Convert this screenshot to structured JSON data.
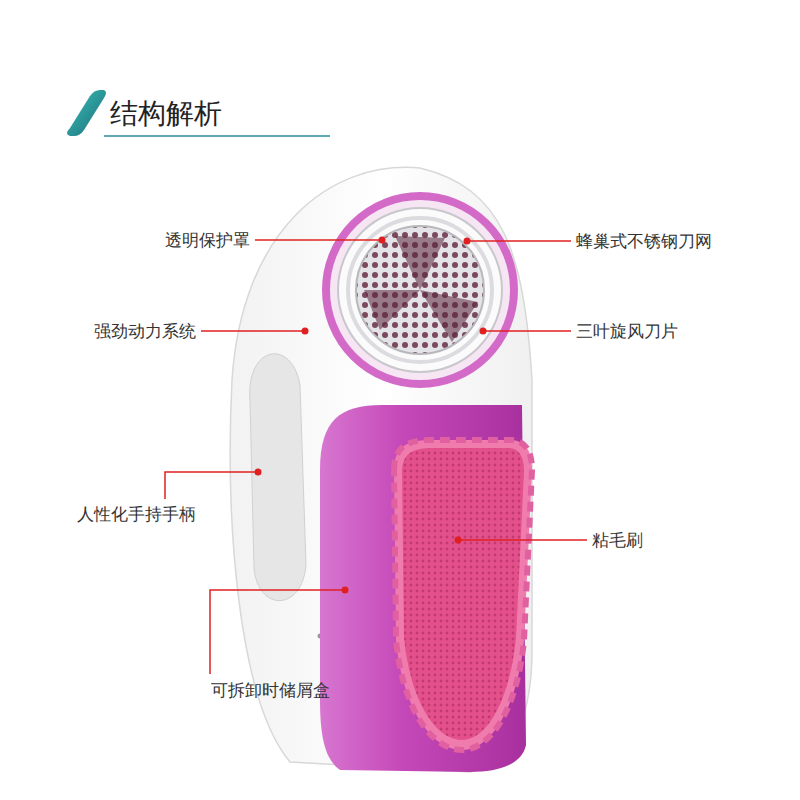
{
  "diagram": {
    "title": "结构解析",
    "labels": [
      "透明保护罩",
      "蜂巢式不锈钢刀网",
      "强劲动力系统",
      "三叶旋风刀片",
      "人性化手持手柄",
      "粘毛刷",
      "可拆卸时储屑盒"
    ]
  }
}
